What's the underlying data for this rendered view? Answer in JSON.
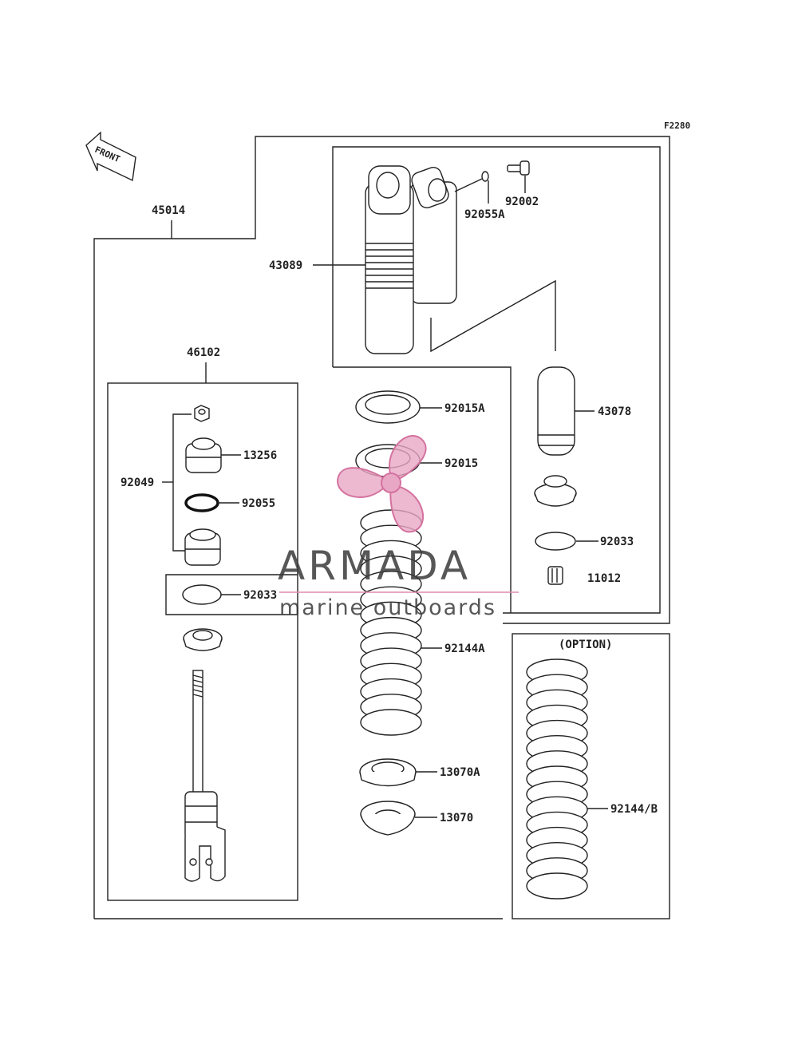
{
  "diagram": {
    "code": "F2280",
    "front_label": "FRONT",
    "option_label": "(OPTION)"
  },
  "parts": {
    "p45014": "45014",
    "p43089": "43089",
    "p92055A": "92055A",
    "p92002": "92002",
    "p46102": "46102",
    "p92049": "92049",
    "p13256": "13256",
    "p92055": "92055",
    "p92033a": "92033",
    "p92015A": "92015A",
    "p92015": "92015",
    "p43078": "43078",
    "p92033b": "92033",
    "p11012": "11012",
    "p92144A": "92144A",
    "p13070A": "13070A",
    "p13070": "13070",
    "p92144B": "92144/B"
  },
  "watermark": {
    "brand": "ARMADA",
    "tagline": "marine outboards",
    "colors": {
      "propeller": "#e8a7c4",
      "propeller_stroke": "#d4729f",
      "text": "#3a3a3a",
      "rule": "#e08ab0"
    }
  }
}
